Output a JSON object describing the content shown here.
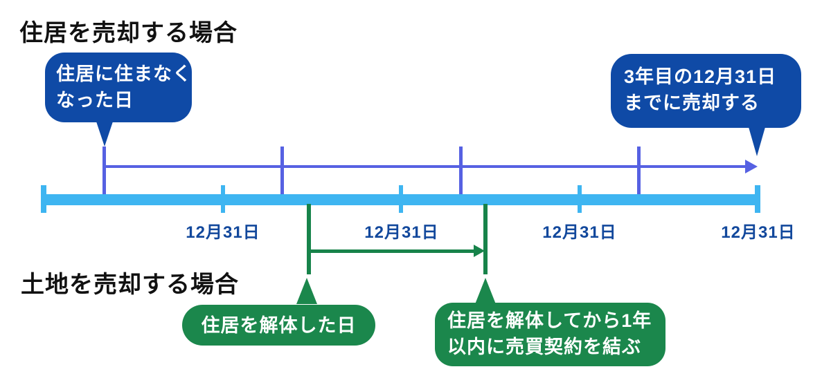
{
  "headings": {
    "residence_case": "住居を売却する場合",
    "land_case": "土地を売却する場合"
  },
  "bubbles": {
    "move_out": {
      "line1": "住居に住まなく",
      "line2": "なった日"
    },
    "sell_deadline": {
      "line1": "3年目の12月31日",
      "line2": "までに売却する"
    },
    "demolish_day": {
      "line1": "住居を解体した日"
    },
    "contract_deadline": {
      "line1": "住居を解体してから1年",
      "line2": "以内に売買契約を結ぶ"
    }
  },
  "timeline": {
    "date_labels": [
      "12月31日",
      "12月31日",
      "12月31日",
      "12月31日"
    ]
  },
  "colors": {
    "bubble_blue": "#0f4aa6",
    "year_arrow_blue": "#5661e2",
    "timeline_bar_blue": "#3eb5f1",
    "date_label_navy": "#12489c",
    "green": "#17834a",
    "bubble_green": "#1b874c",
    "heading_black": "#111111",
    "bubble_text_white": "#ffffff"
  }
}
